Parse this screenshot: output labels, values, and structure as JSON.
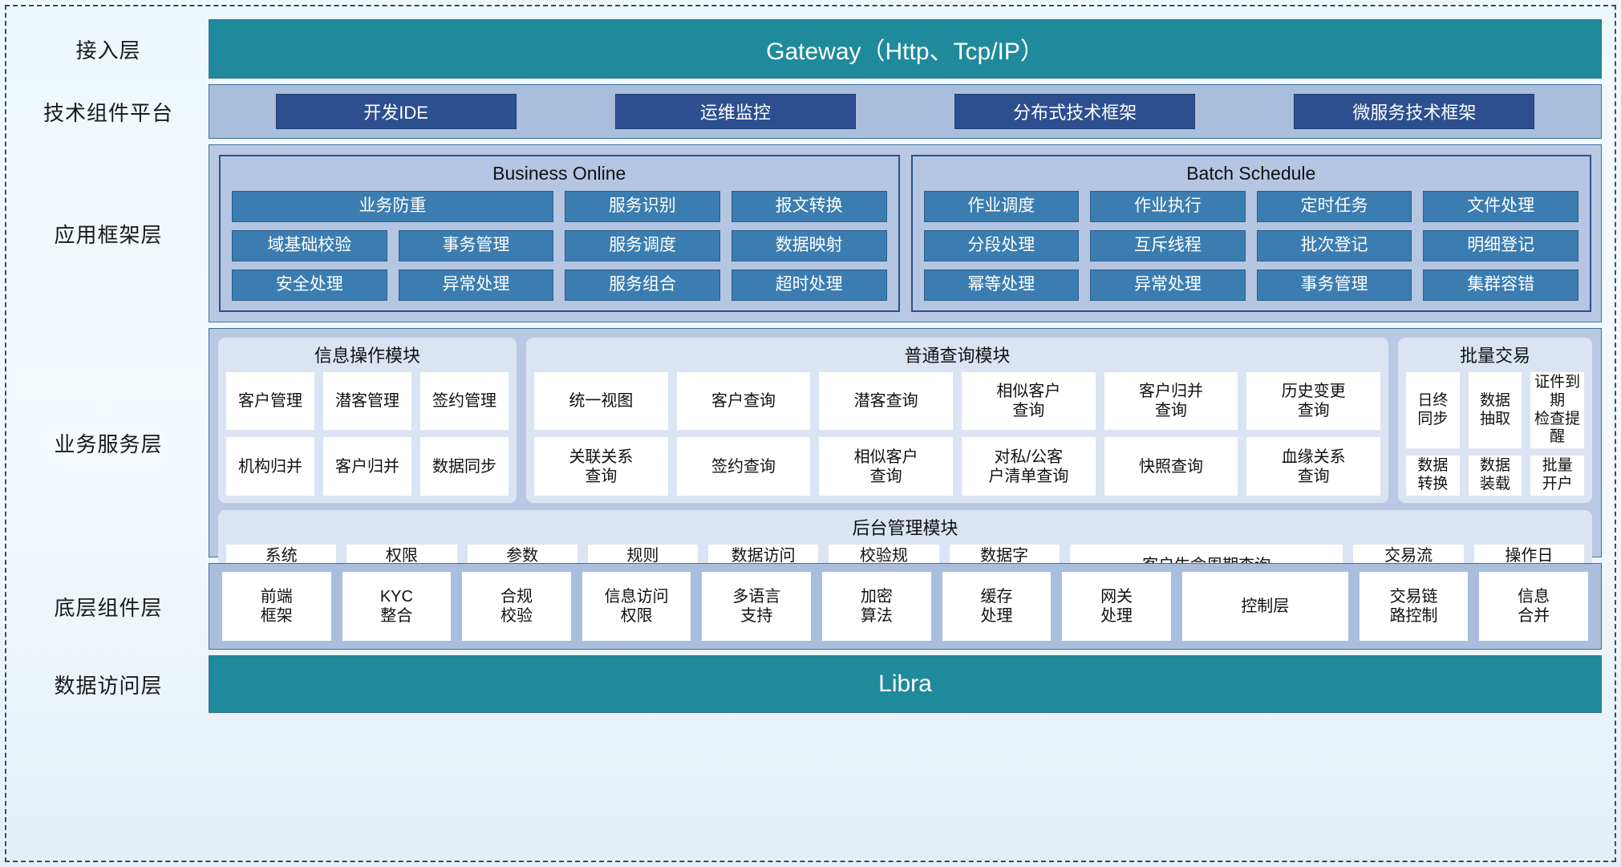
{
  "layers": [
    {
      "id": "access",
      "label": "接入层"
    },
    {
      "id": "tech",
      "label": "技术组件平台"
    },
    {
      "id": "appframe",
      "label": "应用框架层"
    },
    {
      "id": "bizsvc",
      "label": "业务服务层"
    },
    {
      "id": "basecomp",
      "label": "底层组件层"
    },
    {
      "id": "dataacc",
      "label": "数据访问层"
    }
  ],
  "access": {
    "bar_label": "Gateway（Http、Tcp/IP）"
  },
  "tech": {
    "chips": [
      "开发IDE",
      "运维监控",
      "分布式技术框架",
      "微服务技术框架"
    ]
  },
  "app_framework": {
    "groups": [
      {
        "title": "Business Online",
        "rows": [
          [
            {
              "label": "业务防重",
              "span": 2
            },
            {
              "label": "服务识别",
              "span": 1
            },
            {
              "label": "报文转换",
              "span": 1
            }
          ],
          [
            {
              "label": "域基础校验",
              "span": 1
            },
            {
              "label": "事务管理",
              "span": 1
            },
            {
              "label": "服务调度",
              "span": 1
            },
            {
              "label": "数据映射",
              "span": 1
            }
          ],
          [
            {
              "label": "安全处理",
              "span": 1
            },
            {
              "label": "异常处理",
              "span": 1
            },
            {
              "label": "服务组合",
              "span": 1
            },
            {
              "label": "超时处理",
              "span": 1
            }
          ]
        ]
      },
      {
        "title": "Batch Schedule",
        "rows": [
          [
            {
              "label": "作业调度",
              "span": 1
            },
            {
              "label": "作业执行",
              "span": 1
            },
            {
              "label": "定时任务",
              "span": 1
            },
            {
              "label": "文件处理",
              "span": 1
            }
          ],
          [
            {
              "label": "分段处理",
              "span": 1
            },
            {
              "label": "互斥线程",
              "span": 1
            },
            {
              "label": "批次登记",
              "span": 1
            },
            {
              "label": "明细登记",
              "span": 1
            }
          ],
          [
            {
              "label": "幂等处理",
              "span": 1
            },
            {
              "label": "异常处理",
              "span": 1
            },
            {
              "label": "事务管理",
              "span": 1
            },
            {
              "label": "集群容错",
              "span": 1
            }
          ]
        ]
      }
    ]
  },
  "business_service": {
    "top_modules": [
      {
        "title": "信息操作模块",
        "rows": [
          [
            "客户管理",
            "潜客管理",
            "签约管理"
          ],
          [
            "机构归并",
            "客户归并",
            "数据同步"
          ]
        ]
      },
      {
        "title": "普通查询模块",
        "rows": [
          [
            "统一视图",
            "客户查询",
            "潜客查询",
            "相似客户\n查询",
            "客户归并\n查询",
            "历史变更\n查询"
          ],
          [
            "关联关系\n查询",
            "签约查询",
            "相似客户\n查询",
            "对私/公客\n户清单查询",
            "快照查询",
            "血缘关系\n查询"
          ]
        ]
      },
      {
        "title": "批量交易",
        "rows": [
          [
            "日终\n同步",
            "数据\n抽取",
            "证件到期\n检查提醒"
          ],
          [
            "数据\n转换",
            "数据\n装载",
            "批量\n开户"
          ]
        ]
      }
    ],
    "admin_module": {
      "title": "后台管理模块",
      "cells": [
        {
          "label": "系统\n管理",
          "wide": false
        },
        {
          "label": "权限\n管理",
          "wide": false
        },
        {
          "label": "参数\n管理",
          "wide": false
        },
        {
          "label": "规则\n配置",
          "wide": false
        },
        {
          "label": "数据访问\n控制",
          "wide": false
        },
        {
          "label": "校验规\n则管理",
          "wide": false
        },
        {
          "label": "数据字\n典管理",
          "wide": false
        },
        {
          "label": "客户生命周期查询",
          "wide": true
        },
        {
          "label": "交易流\n水查询",
          "wide": false
        },
        {
          "label": "操作日\n志查询",
          "wide": false
        }
      ]
    }
  },
  "base_components": {
    "cells": [
      {
        "label": "前端\n框架",
        "wide": false
      },
      {
        "label": "KYC\n整合",
        "wide": false
      },
      {
        "label": "合规\n校验",
        "wide": false
      },
      {
        "label": "信息访问\n权限",
        "wide": false
      },
      {
        "label": "多语言\n支持",
        "wide": false
      },
      {
        "label": "加密\n算法",
        "wide": false
      },
      {
        "label": "缓存\n处理",
        "wide": false
      },
      {
        "label": "网关\n处理",
        "wide": false
      },
      {
        "label": "控制层",
        "wide": true
      },
      {
        "label": "交易链\n路控制",
        "wide": false
      },
      {
        "label": "信息\n合并",
        "wide": false
      }
    ]
  },
  "data_access": {
    "bar_label": "Libra"
  },
  "colors": {
    "teal": "#1f8a9c",
    "tech_band": "#a9bedc",
    "tech_chip": "#2e4f8f",
    "app_band": "#b9c9e3",
    "app_cell": "#3b7db0",
    "module_card": "#dbe4f3",
    "border_blue": "#3f6f9a",
    "group_border": "#2e4f8f",
    "white_cell": "#ffffff"
  }
}
